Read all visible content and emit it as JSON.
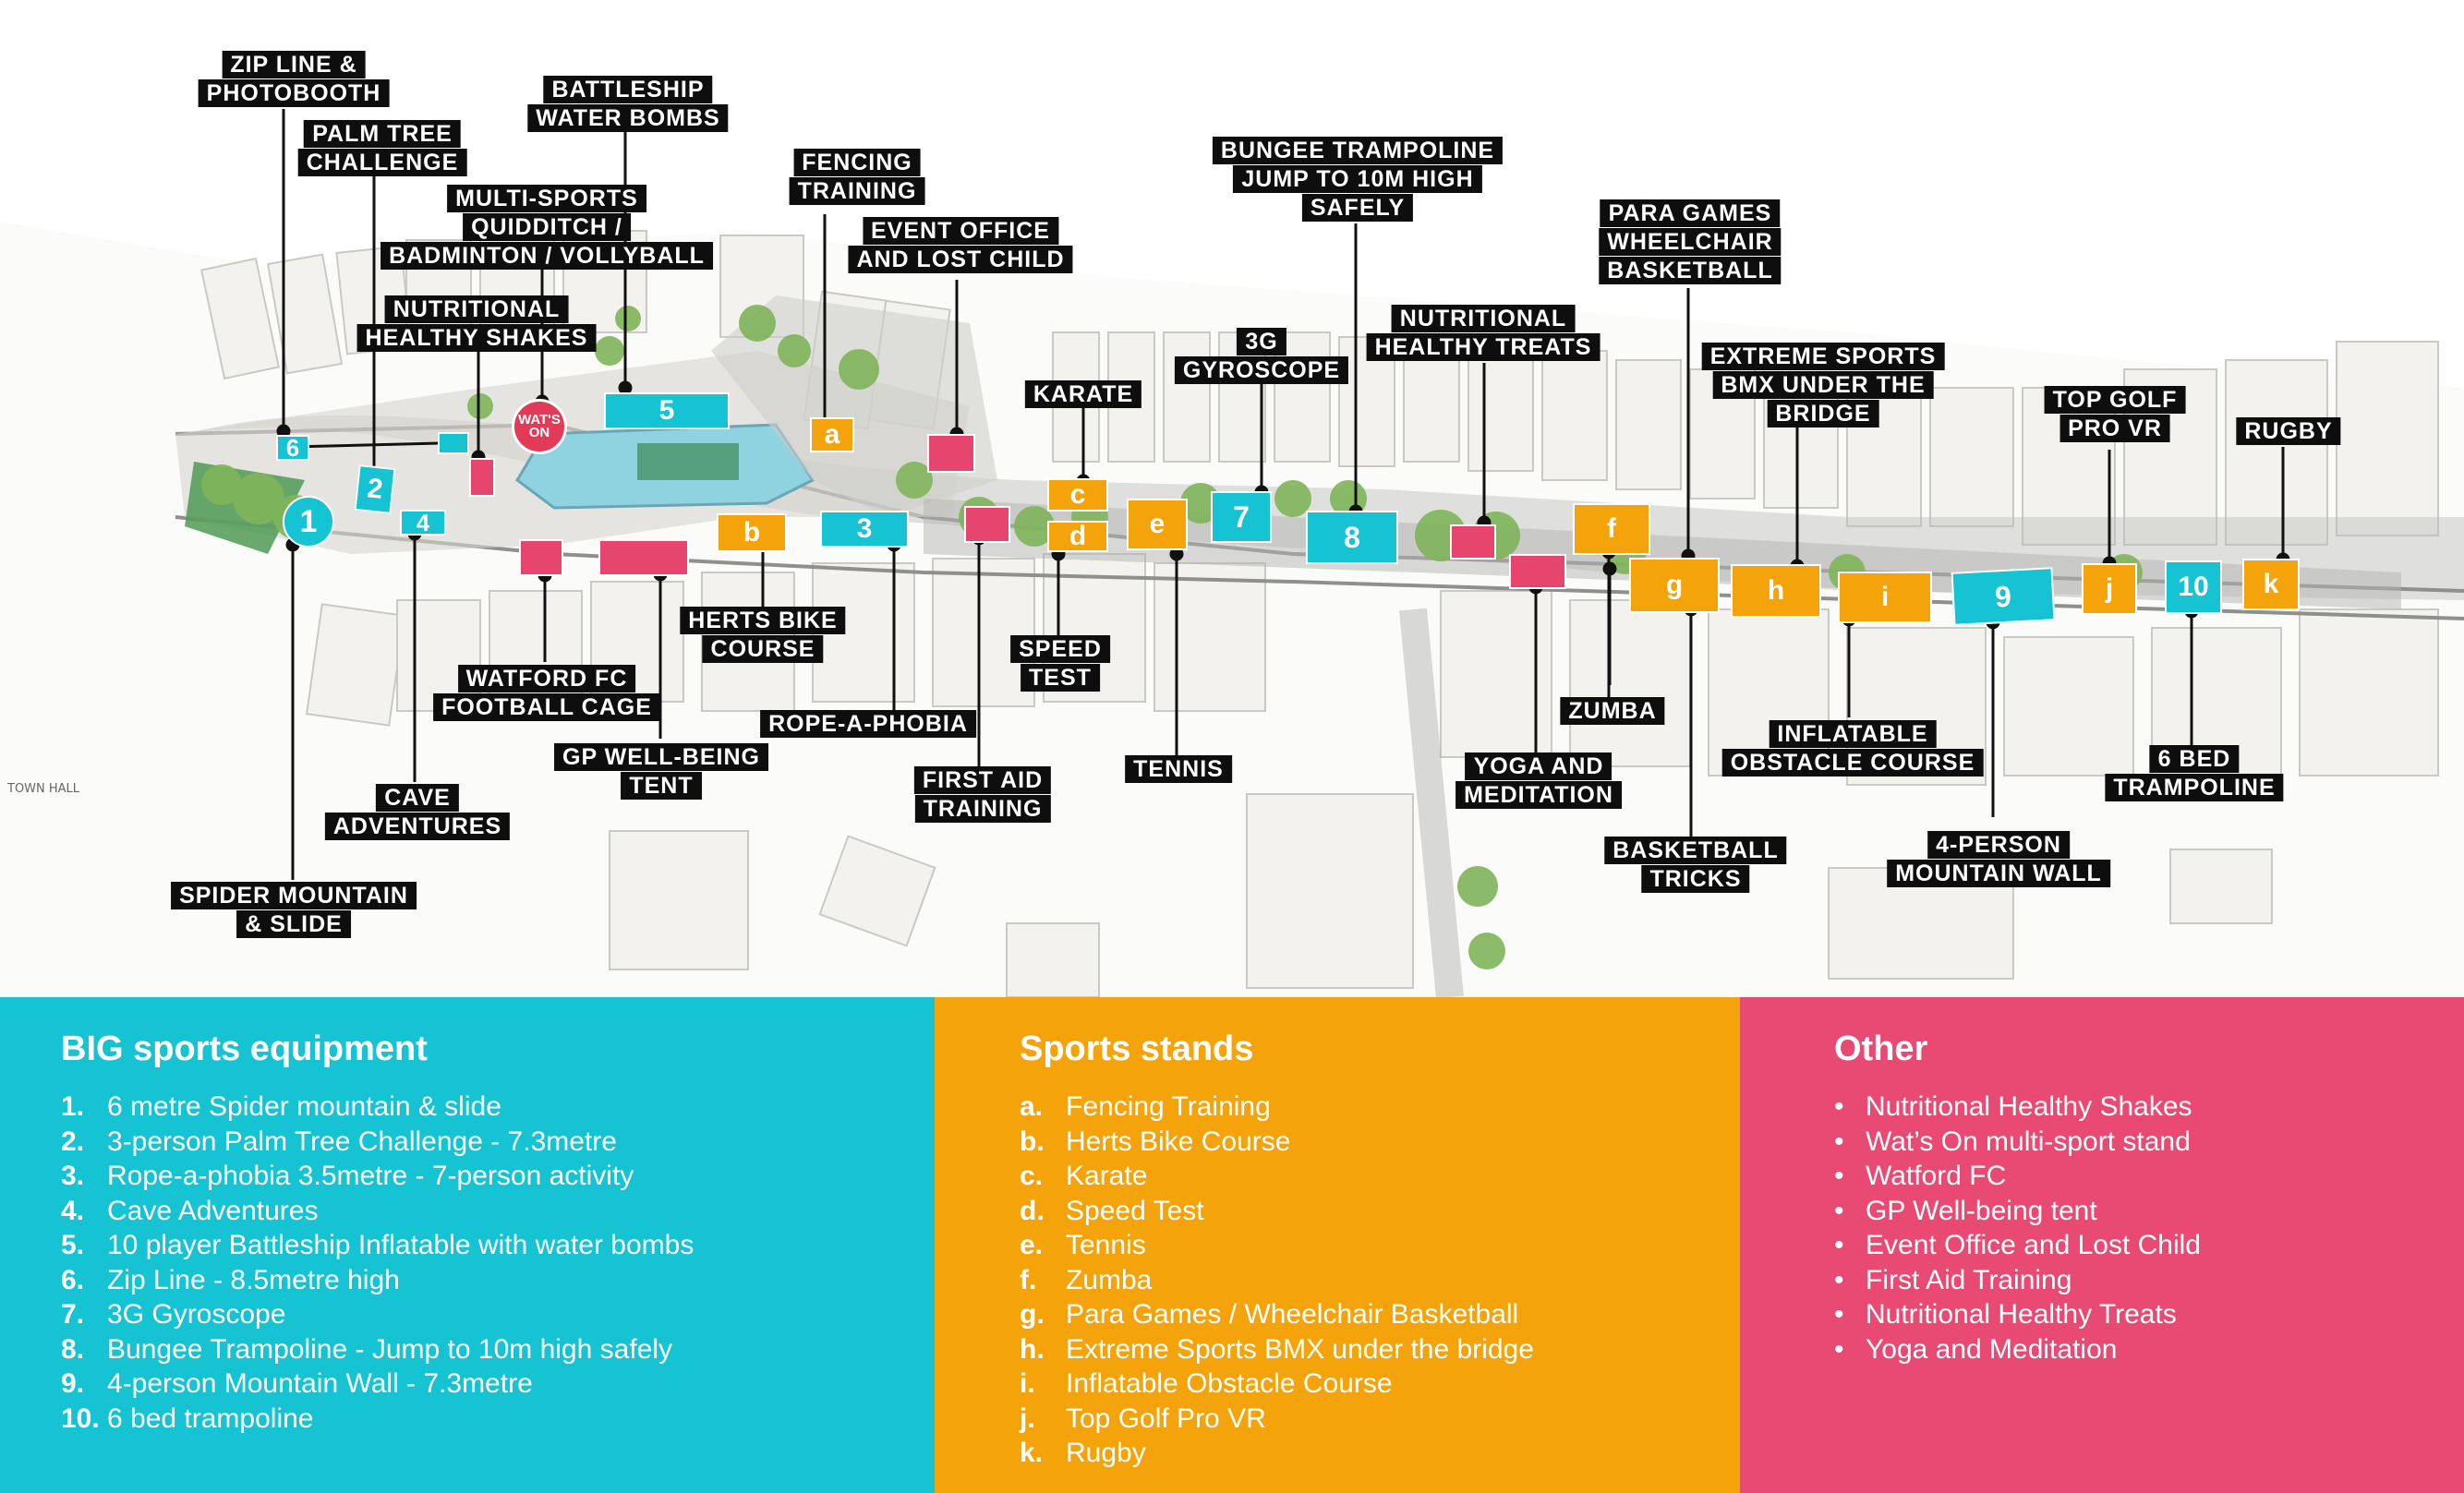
{
  "map": {
    "labels": {
      "zip_line": [
        "ZIP LINE &",
        "PHOTOBOOTH"
      ],
      "palm_tree": [
        "PALM TREE",
        "CHALLENGE"
      ],
      "battleship": [
        "BATTLESHIP",
        "WATER BOMBS"
      ],
      "multi_sports": [
        "MULTI-SPORTS",
        "QUIDDITCH /",
        "BADMINTON / VOLLYBALL"
      ],
      "shakes": [
        "NUTRITIONAL",
        "HEALTHY SHAKES"
      ],
      "fencing": [
        "FENCING",
        "TRAINING"
      ],
      "event_office": [
        "EVENT OFFICE",
        "AND LOST CHILD"
      ],
      "karate": [
        "KARATE"
      ],
      "gyroscope": [
        "3G",
        "GYROSCOPE"
      ],
      "bungee": [
        "BUNGEE TRAMPOLINE",
        "JUMP TO 10M HIGH",
        "SAFELY"
      ],
      "treats": [
        "NUTRITIONAL",
        "HEALTHY TREATS"
      ],
      "para_games": [
        "PARA GAMES",
        "WHEELCHAIR",
        "BASKETBALL"
      ],
      "extreme": [
        "EXTREME SPORTS",
        "BMX UNDER THE",
        "BRIDGE"
      ],
      "top_golf": [
        "TOP GOLF",
        "PRO VR"
      ],
      "rugby": [
        "RUGBY"
      ],
      "watford": [
        "WATFORD FC",
        "FOOTBALL CAGE"
      ],
      "herts": [
        "HERTS BIKE",
        "COURSE"
      ],
      "rope": [
        "ROPE-A-PHOBIA"
      ],
      "speed": [
        "SPEED",
        "TEST"
      ],
      "gp": [
        "GP WELL-BEING",
        "TENT"
      ],
      "cave": [
        "CAVE",
        "ADVENTURES"
      ],
      "spider": [
        "SPIDER MOUNTAIN",
        "& SLIDE"
      ],
      "first_aid": [
        "FIRST AID",
        "TRAINING"
      ],
      "tennis": [
        "TENNIS"
      ],
      "zumba": [
        "ZUMBA"
      ],
      "yoga": [
        "YOGA AND",
        "MEDITATION"
      ],
      "inflatable": [
        "INFLATABLE",
        "OBSTACLE COURSE"
      ],
      "bed_trampoline": [
        "6 BED",
        "TRAMPOLINE"
      ],
      "basketball_tricks": [
        "BASKETBALL",
        "TRICKS"
      ],
      "mountain_wall": [
        "4-PERSON",
        "MOUNTAIN WALL"
      ]
    },
    "markers": {
      "m1": "1",
      "m2": "2",
      "m3": "3",
      "m4": "4",
      "m5": "5",
      "m6": "6",
      "m7": "7",
      "m8": "8",
      "m9": "9",
      "m10": "10",
      "a": "a",
      "b": "b",
      "c": "c",
      "d": "d",
      "e": "e",
      "f": "f",
      "g": "g",
      "h": "h",
      "i": "i",
      "j": "j",
      "k": "k"
    },
    "wats_on_logo": "WAT'S ON",
    "street_text": "TOWN HALL"
  },
  "legend": {
    "big": {
      "title": "BIG sports equipment",
      "items": [
        {
          "n": "1.",
          "text": "6 metre Spider mountain & slide"
        },
        {
          "n": "2.",
          "text": "3-person Palm Tree Challenge - 7.3metre"
        },
        {
          "n": "3.",
          "text": "Rope-a-phobia 3.5metre - 7-person activity"
        },
        {
          "n": "4.",
          "text": "Cave Adventures"
        },
        {
          "n": "5.",
          "text": "10 player Battleship Inflatable with water bombs"
        },
        {
          "n": "6.",
          "text": "Zip Line - 8.5metre high"
        },
        {
          "n": "7.",
          "text": "3G Gyroscope"
        },
        {
          "n": "8.",
          "text": "Bungee Trampoline - Jump to 10m high safely"
        },
        {
          "n": "9.",
          "text": "4-person Mountain Wall - 7.3metre"
        },
        {
          "n": "10.",
          "text": "6 bed trampoline"
        }
      ]
    },
    "stands": {
      "title": "Sports stands",
      "items": [
        {
          "n": "a.",
          "text": "Fencing Training"
        },
        {
          "n": "b.",
          "text": "Herts Bike Course"
        },
        {
          "n": "c.",
          "text": "Karate"
        },
        {
          "n": "d.",
          "text": "Speed Test"
        },
        {
          "n": "e.",
          "text": "Tennis"
        },
        {
          "n": "f.",
          "text": "Zumba"
        },
        {
          "n": "g.",
          "text": "Para Games / Wheelchair Basketball"
        },
        {
          "n": "h.",
          "text": "Extreme Sports BMX under the bridge"
        },
        {
          "n": "i.",
          "text": "Inflatable Obstacle Course"
        },
        {
          "n": "j.",
          "text": "Top Golf Pro VR"
        },
        {
          "n": "k.",
          "text": "Rugby"
        }
      ]
    },
    "other": {
      "title": "Other",
      "bullet": "•",
      "items": [
        "Nutritional Healthy Shakes",
        "Wat’s On multi-sport stand",
        "Watford FC",
        "GP Well-being tent",
        "Event Office and Lost Child",
        "First Aid Training",
        "Nutritional Healthy Treats",
        "Yoga and Meditation"
      ]
    }
  },
  "colors": {
    "cyan": "#16c3d2",
    "orange": "#f4a40a",
    "pink": "#e84a74",
    "label_bg": "#0e0e0e"
  }
}
